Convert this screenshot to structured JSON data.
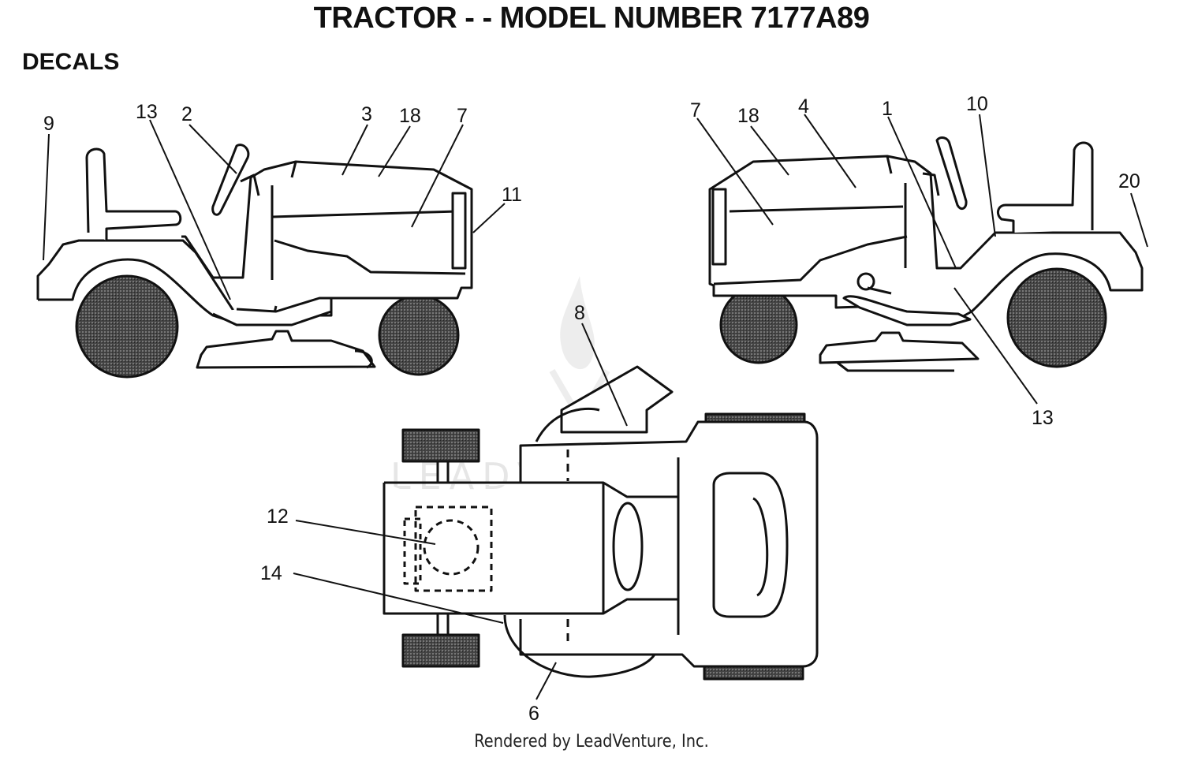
{
  "title": "TRACTOR - - MODEL NUMBER 7177A89",
  "subtitle": "DECALS",
  "watermark": "LEADVENTURE",
  "footer": "Rendered by LeadVenture, Inc.",
  "callouts": {
    "left_view": [
      "9",
      "13",
      "2",
      "3",
      "18",
      "7",
      "11"
    ],
    "right_view": [
      "7",
      "18",
      "4",
      "1",
      "10",
      "20",
      "13"
    ],
    "top_view": [
      "8",
      "12",
      "14",
      "6"
    ]
  }
}
